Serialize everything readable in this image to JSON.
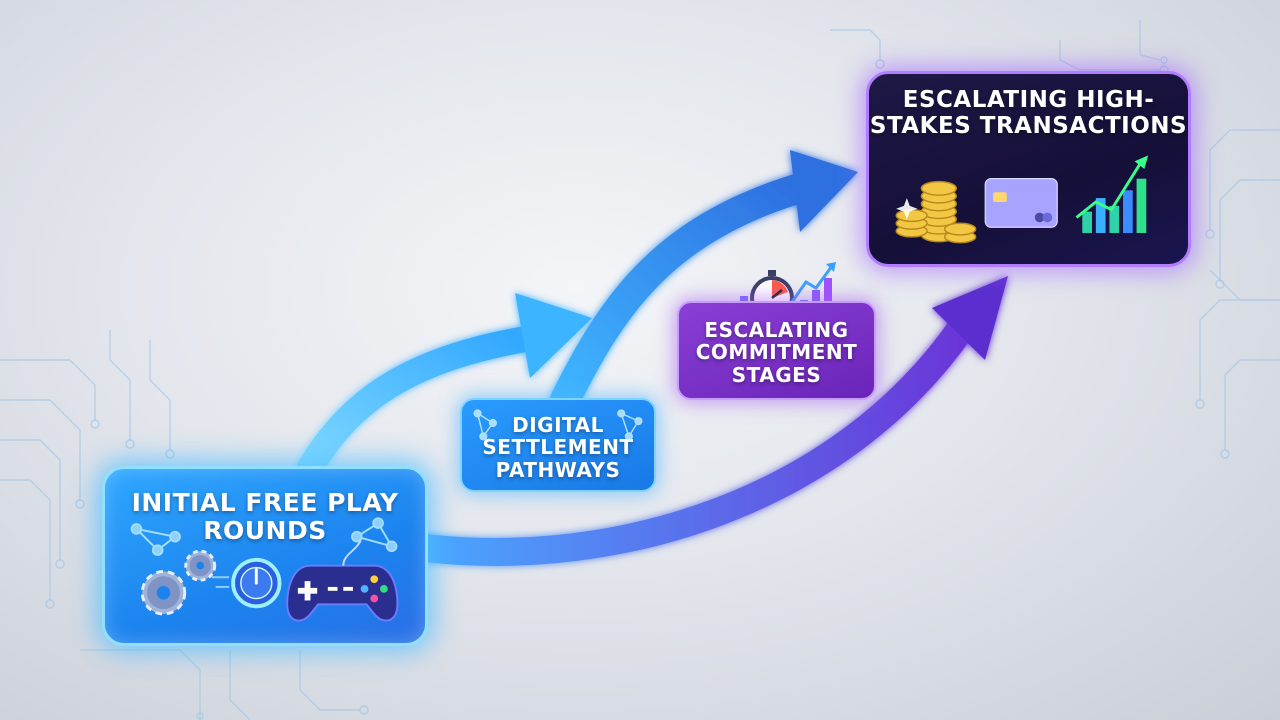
{
  "stages": {
    "initial": {
      "label": "Initial Free Play Rounds"
    },
    "digital": {
      "label": "Digital Settlement Pathways"
    },
    "commitment": {
      "label": "Escalating Commitment Stages"
    },
    "escalating": {
      "label": "Escalating High-Stakes Transactions"
    }
  },
  "colors": {
    "blue_stage": "#1c83ee",
    "purple_stage": "#7a30c8",
    "dark_stage": "#151038",
    "arrow_blue": "#35b4ff",
    "arrow_purple": "#6a3de0"
  },
  "icons": {
    "initial": [
      "network-icon",
      "gear-icon",
      "timer-icon",
      "gamepad-icon"
    ],
    "digital": [
      "network-icon"
    ],
    "commitment": [
      "stopwatch-icon",
      "bar-chart-icon"
    ],
    "escalating": [
      "coins-icon",
      "credit-card-icon",
      "growth-chart-icon"
    ]
  }
}
